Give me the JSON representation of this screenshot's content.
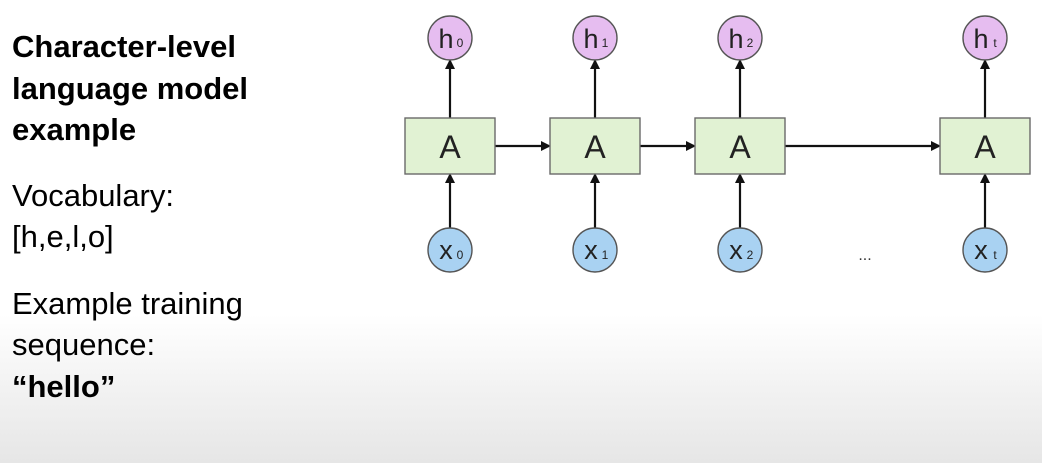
{
  "text": {
    "title_lines": [
      "Character-level",
      "language model",
      "example"
    ],
    "vocab_lines": [
      "Vocabulary:",
      "[h,e,l,o]"
    ],
    "example_lines": [
      "Example training",
      "sequence:"
    ],
    "example_value": "“hello”"
  },
  "diagram": {
    "cell_label": "A",
    "ellipsis": "...",
    "steps": [
      {
        "output_letter": "h",
        "output_sub": "0",
        "input_letter": "x",
        "input_sub": "0"
      },
      {
        "output_letter": "h",
        "output_sub": "1",
        "input_letter": "x",
        "input_sub": "1"
      },
      {
        "output_letter": "h",
        "output_sub": "2",
        "input_letter": "x",
        "input_sub": "2"
      },
      {
        "output_letter": "h",
        "output_sub": "t",
        "input_letter": "x",
        "input_sub": "t"
      }
    ],
    "colors": {
      "cell_fill": "#e1f2d3",
      "cell_stroke": "#6a6a6a",
      "output_fill": "#e6bdf0",
      "input_fill": "#a9d2f2",
      "node_stroke": "#555555",
      "arrow": "#111111"
    }
  }
}
